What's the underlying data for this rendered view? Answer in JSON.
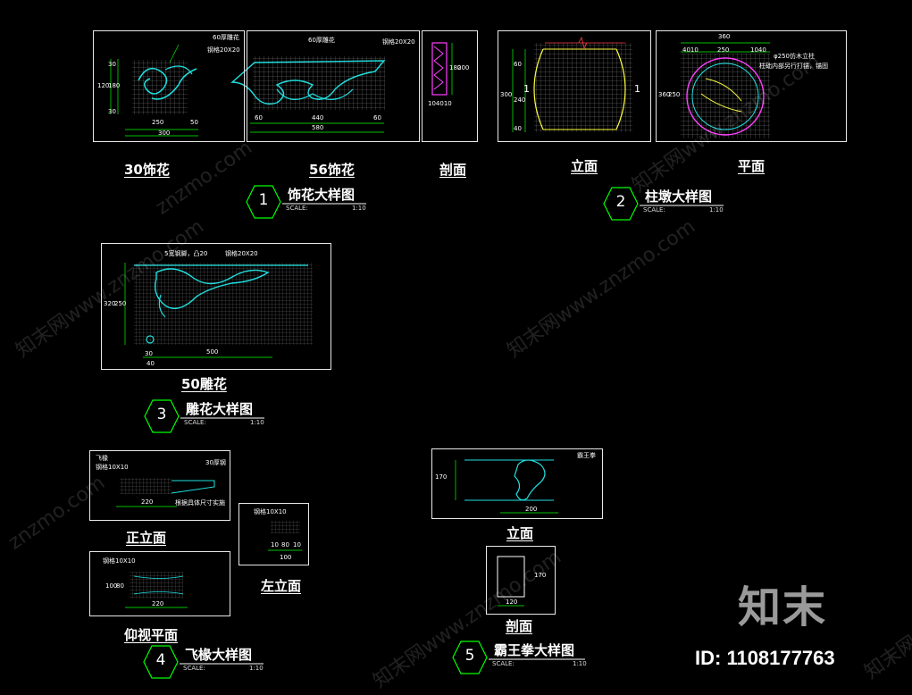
{
  "watermarks": {
    "wm1": "znzmo.com",
    "wm2": "知末网www.znzmo.com",
    "wm3": "知末网www.znzmo.com",
    "wm4": "znzmo.com",
    "wm5": "知末网www.znzmo.com",
    "wm6": "知末网www.znzmo.com",
    "wm7": "知末网"
  },
  "brand": {
    "logo": "知末",
    "id": "ID: 1108177763"
  },
  "d1": {
    "num": "1",
    "title": "饰花大样图",
    "scale": "SCALE:",
    "ratio": "1:10",
    "view_a": "30饰花",
    "view_b": "56饰花",
    "view_c": "剖面",
    "a_note1": "60厚雕花",
    "a_note2": "钢格20X20",
    "a_d1": "250",
    "a_d2": "50",
    "a_d3": "300",
    "a_v1": "120",
    "a_v2": "180",
    "a_v3": "30",
    "a_v4": "30",
    "b_note1": "60厚雕花",
    "b_note2": "钢格20X20",
    "b_d1": "60",
    "b_d2": "440",
    "b_d3": "60",
    "b_d4": "580",
    "c_d1": "104010",
    "c_v1": "200",
    "c_v2": "180"
  },
  "d2": {
    "num": "2",
    "title": "柱墩大样图",
    "scale": "SCALE:",
    "ratio": "1:10",
    "view_a": "立面",
    "view_b": "平面",
    "a_v1": "60",
    "a_v2": "240",
    "a_v3": "300",
    "a_v4": "40",
    "a_mark": "1",
    "a_mark2": "1",
    "b_d1": "360",
    "b_d2": "4010",
    "b_d3": "250",
    "b_d4": "1040",
    "b_note1": "φ250仿木立柱",
    "b_note2": "柱础内部另行打锚，锚固",
    "b_v1": "360",
    "b_v2": "250"
  },
  "d3": {
    "num": "3",
    "title": "雕花大样图",
    "scale": "SCALE:",
    "ratio": "1:10",
    "view_a": "50雕花",
    "note1": "5宽钢脚，凸20",
    "note2": "钢格20X20",
    "d1": "500",
    "d2": "30",
    "d3": "40",
    "v1": "320",
    "v2": "250"
  },
  "d4": {
    "num": "4",
    "title": "飞椽大样图",
    "scale": "SCALE:",
    "ratio": "1:10",
    "view_a": "正立面",
    "view_b": "左立面",
    "view_c": "仰视平面",
    "a_note1": "飞椽",
    "a_note2": "钢格10X10",
    "a_note3": "30厚钢",
    "a_d1": "220",
    "a_note4": "根据具体尺寸实施",
    "b_note1": "钢格10X10",
    "b_d1": "10",
    "b_d2": "80",
    "b_d3": "10",
    "b_d4": "100",
    "c_note1": "钢格10X10",
    "c_d1": "220",
    "c_v1": "100",
    "c_v2": "80"
  },
  "d5": {
    "num": "5",
    "title": "霸王拳大样图",
    "scale": "SCALE:",
    "ratio": "1:10",
    "view_a": "立面",
    "view_b": "剖面",
    "a_note": "霸王拳",
    "a_d1": "200",
    "a_v1": "170",
    "b_d1": "120",
    "b_v1": "170"
  }
}
